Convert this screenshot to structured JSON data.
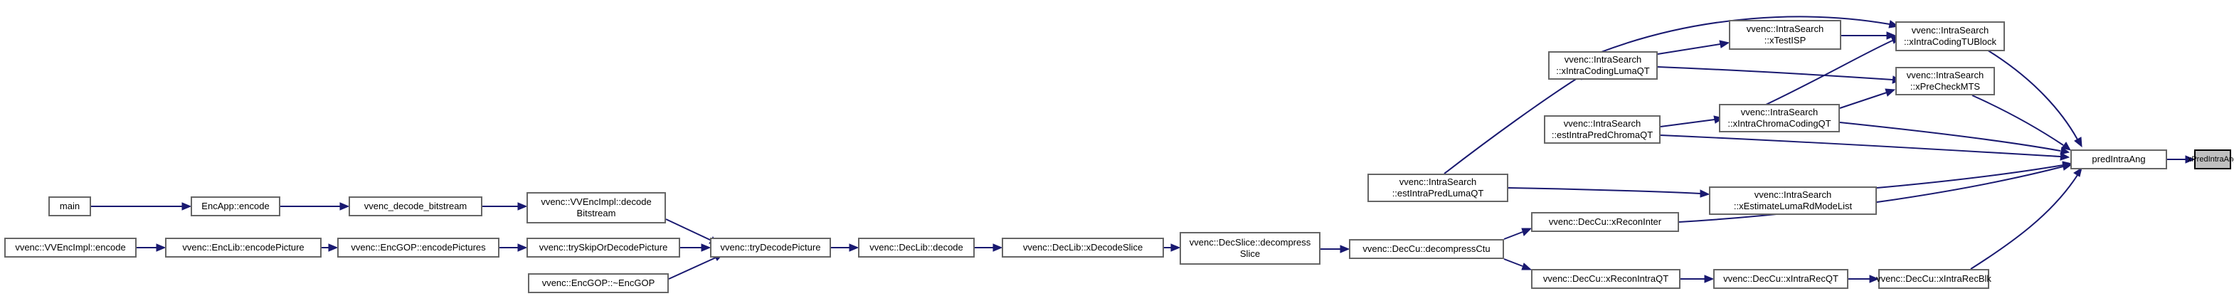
{
  "graph": {
    "nodes": {
      "main": "main",
      "vvencimpl_encode": "vvenc::VVEncImpl::encode",
      "encapp_encode": "EncApp::encode",
      "enclib_encodepicture": "vvenc::EncLib::encodePicture",
      "vvenc_decode_bitstream": "vvenc_decode_bitstream",
      "encgop_encodepictures": "vvenc::EncGOP::encodePictures",
      "vvencimpl_decodebitstream": "vvenc::VVEncImpl::decode\nBitstream",
      "tryskipordecodepicture": "vvenc::trySkipOrDecodePicture",
      "encgop_destructor": "vvenc::EncGOP::~EncGOP",
      "trydecodepicture": "vvenc::tryDecodePicture",
      "declib_decode": "vvenc::DecLib::decode",
      "declib_xdecodeslice": "vvenc::DecLib::xDecodeSlice",
      "decslice_decompressslice": "vvenc::DecSlice::decompress\nSlice",
      "deccu_decompressctu": "vvenc::DecCu::decompressCtu",
      "intrasearch_estintrapredlumaqt": "vvenc::IntraSearch\n::estIntraPredLumaQT",
      "intrasearch_xintracodinglumaqt": "vvenc::IntraSearch\n::xIntraCodingLumaQT",
      "intrasearch_estintrapredchromaqt": "vvenc::IntraSearch\n::estIntraPredChromaQT",
      "deccu_xreconinter": "vvenc::DecCu::xReconInter",
      "deccu_xreconintraqt": "vvenc::DecCu::xReconIntraQT",
      "intrasearch_xtestisp": "vvenc::IntraSearch\n::xTestISP",
      "intrasearch_xintrachromacodingqt": "vvenc::IntraSearch\n::xIntraChromaCodingQT",
      "intrasearch_xestimatelumardmodelist": "vvenc::IntraSearch\n::xEstimateLumaRdModeList",
      "deccu_xintrarecqt": "vvenc::DecCu::xIntraRecQT",
      "intrasearch_xintracodingtublock": "vvenc::IntraSearch\n::xIntraCodingTUBlock",
      "intrasearch_xprecheckmts": "vvenc::IntraSearch\n::xPreCheckMTS",
      "deccu_xintrarecblk": "vvenc::DecCu::xIntraRecBlk",
      "predintraang": "predIntraAng",
      "xpredintraang": "xPredIntraAng"
    }
  },
  "colors": {
    "edge": "#191970",
    "node_border": "#666666",
    "focus_fill": "#bfbfbf"
  }
}
